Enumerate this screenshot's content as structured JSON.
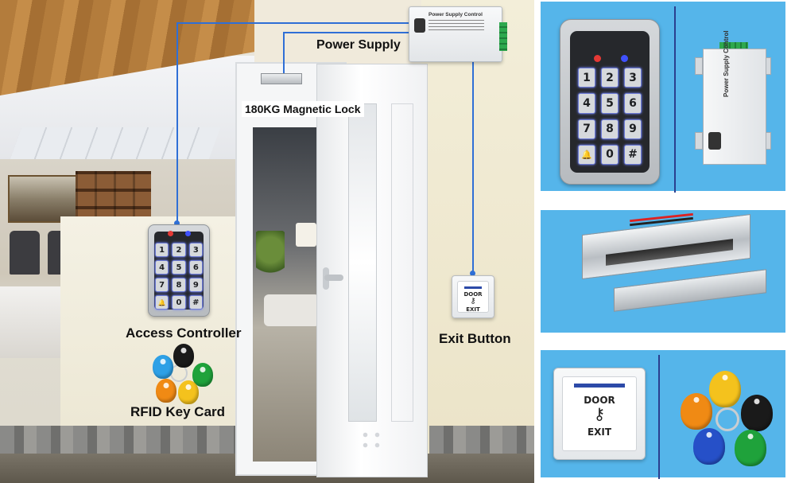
{
  "labels": {
    "power_supply": "Power Supply",
    "magnetic_lock": "180KG Magnetic Lock",
    "access_controller": "Access Controller",
    "exit_button": "Exit Button",
    "rfid_key_card": "RFID Key Card"
  },
  "devices": {
    "psu_title": "Power Supply Control",
    "keypad_keys": [
      "1",
      "2",
      "3",
      "4",
      "5",
      "6",
      "7",
      "8",
      "9",
      "🔔",
      "0",
      "#"
    ],
    "exit_button_top": "DOOR",
    "exit_button_bottom": "EXIT",
    "exit_button_key": "⚷"
  },
  "colors": {
    "panel_background": "#55b5ea",
    "wire": "#2f6fd6",
    "panel_divider": "#2a3f8f",
    "keypad_backlight": "#6c7df0"
  },
  "fob_colors": [
    "#f4c21d",
    "#1a1a1a",
    "#1fa23b",
    "#2650c8",
    "#f08a14",
    "#2ea0e6"
  ],
  "icons": {
    "keypad_bell": "bell-icon",
    "exit_key": "key-icon",
    "led_red": "red-led-icon",
    "led_blue": "blue-led-icon"
  }
}
